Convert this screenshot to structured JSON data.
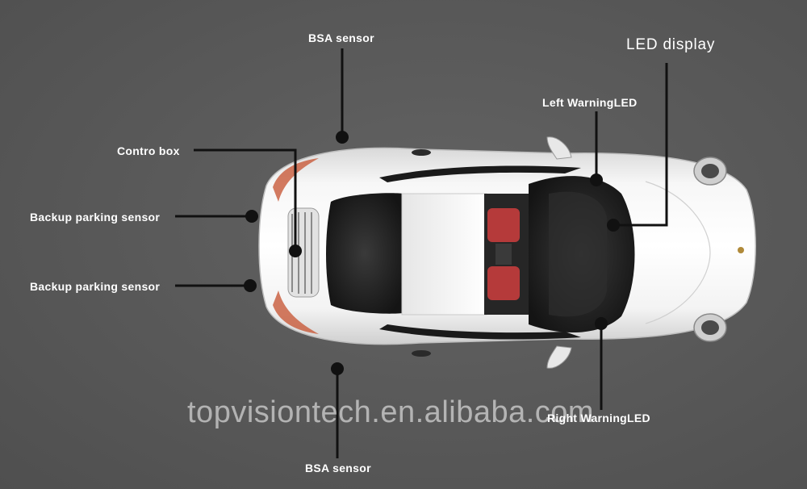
{
  "labels": {
    "bsa_top": "BSA  sensor",
    "led_display": "LED display",
    "left_warning": "Left WarningLED",
    "control_box": "Contro box",
    "backup_1": "Backup parking sensor",
    "backup_2": "Backup parking sensor",
    "right_warning": "Right WarningLED",
    "bsa_bottom": "BSA  sensor"
  },
  "watermark": "topvisiontech.en.alibaba.com",
  "colors": {
    "background": "#5b5b5b",
    "car_body": "#eeeeee",
    "glass": "#1c1c1c",
    "interior": "#b53a3a",
    "leader_lines": "#111111",
    "label_text": "#ffffff"
  }
}
